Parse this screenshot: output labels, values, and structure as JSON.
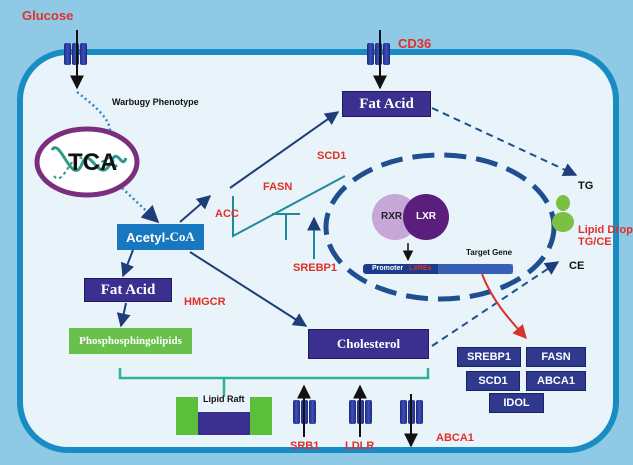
{
  "labels": {
    "glucose": "Glucose",
    "cd36": "CD36",
    "warburg": "Warbugy Phenotype",
    "tca": "TCA",
    "fat_acid_top": "Fat Acid",
    "fat_acid_left": "Fat Acid",
    "acetyl_coa_prefix": "Acetyl-",
    "acetyl_coa_suffix": "CoA",
    "phospholipids": "Phosphosphingolipids",
    "cholesterol": "Cholesterol",
    "scd1": "SCD1",
    "fasn": "FASN",
    "acc": "ACC",
    "srebp1": "SREBP1",
    "hmgcr": "HMGCR",
    "rxr": "RXR",
    "lxr": "LXR",
    "target_gene": "Target Gene",
    "promoter": "Promoter",
    "lxres": "LXREs",
    "tg": "TG",
    "lipid_droplet": "Lipid Droplet",
    "tg_ce": "TG/CE",
    "ce": "CE",
    "lipid_raft": "Lipid Raft",
    "srb1": "SRB1",
    "ldlr": "LDLR",
    "abca1": "ABCA1"
  },
  "target_genes": [
    "SREBP1",
    "FASN",
    "SCD1",
    "ABCA1",
    "IDOL"
  ],
  "colors": {
    "background": "#8ecae6",
    "cell": "#e8f4fa",
    "membrane": "#1a8cc4",
    "label_red": "#e03128",
    "purple_box": "#3b2f8f",
    "blue_box": "#1777bf",
    "green_box": "#69c04a",
    "arrow": "#1f3d7a"
  }
}
